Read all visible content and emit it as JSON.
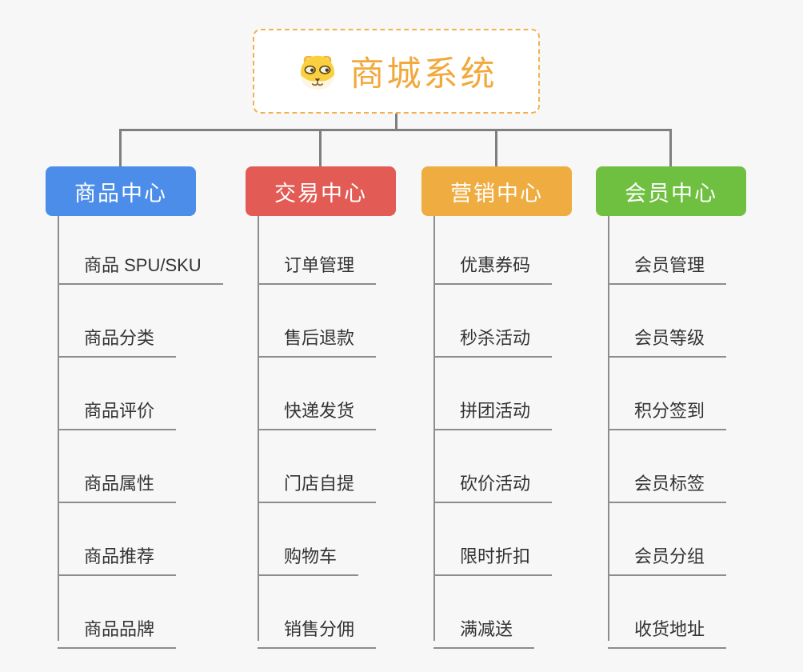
{
  "background": "#f7f7f7",
  "connector_color": "#7f7f7f",
  "underline_color": "#8d8d8d",
  "root": {
    "title": "商城系统",
    "icon": "dog-face-icon",
    "text_color": "#f2a93b",
    "border_color": "#f3b14e"
  },
  "branches": [
    {
      "label": "商品中心",
      "color": "#4b8de8",
      "items": [
        "商品 SPU/SKU",
        "商品分类",
        "商品评价",
        "商品属性",
        "商品推荐",
        "商品品牌"
      ]
    },
    {
      "label": "交易中心",
      "color": "#e25b55",
      "items": [
        "订单管理",
        "售后退款",
        "快递发货",
        "门店自提",
        "购物车",
        "销售分佣"
      ]
    },
    {
      "label": "营销中心",
      "color": "#efac40",
      "items": [
        "优惠券码",
        "秒杀活动",
        "拼团活动",
        "砍价活动",
        "限时折扣",
        "满减送"
      ]
    },
    {
      "label": "会员中心",
      "color": "#6fc040",
      "items": [
        "会员管理",
        "会员等级",
        "积分签到",
        "会员标签",
        "会员分组",
        "收货地址"
      ]
    }
  ]
}
